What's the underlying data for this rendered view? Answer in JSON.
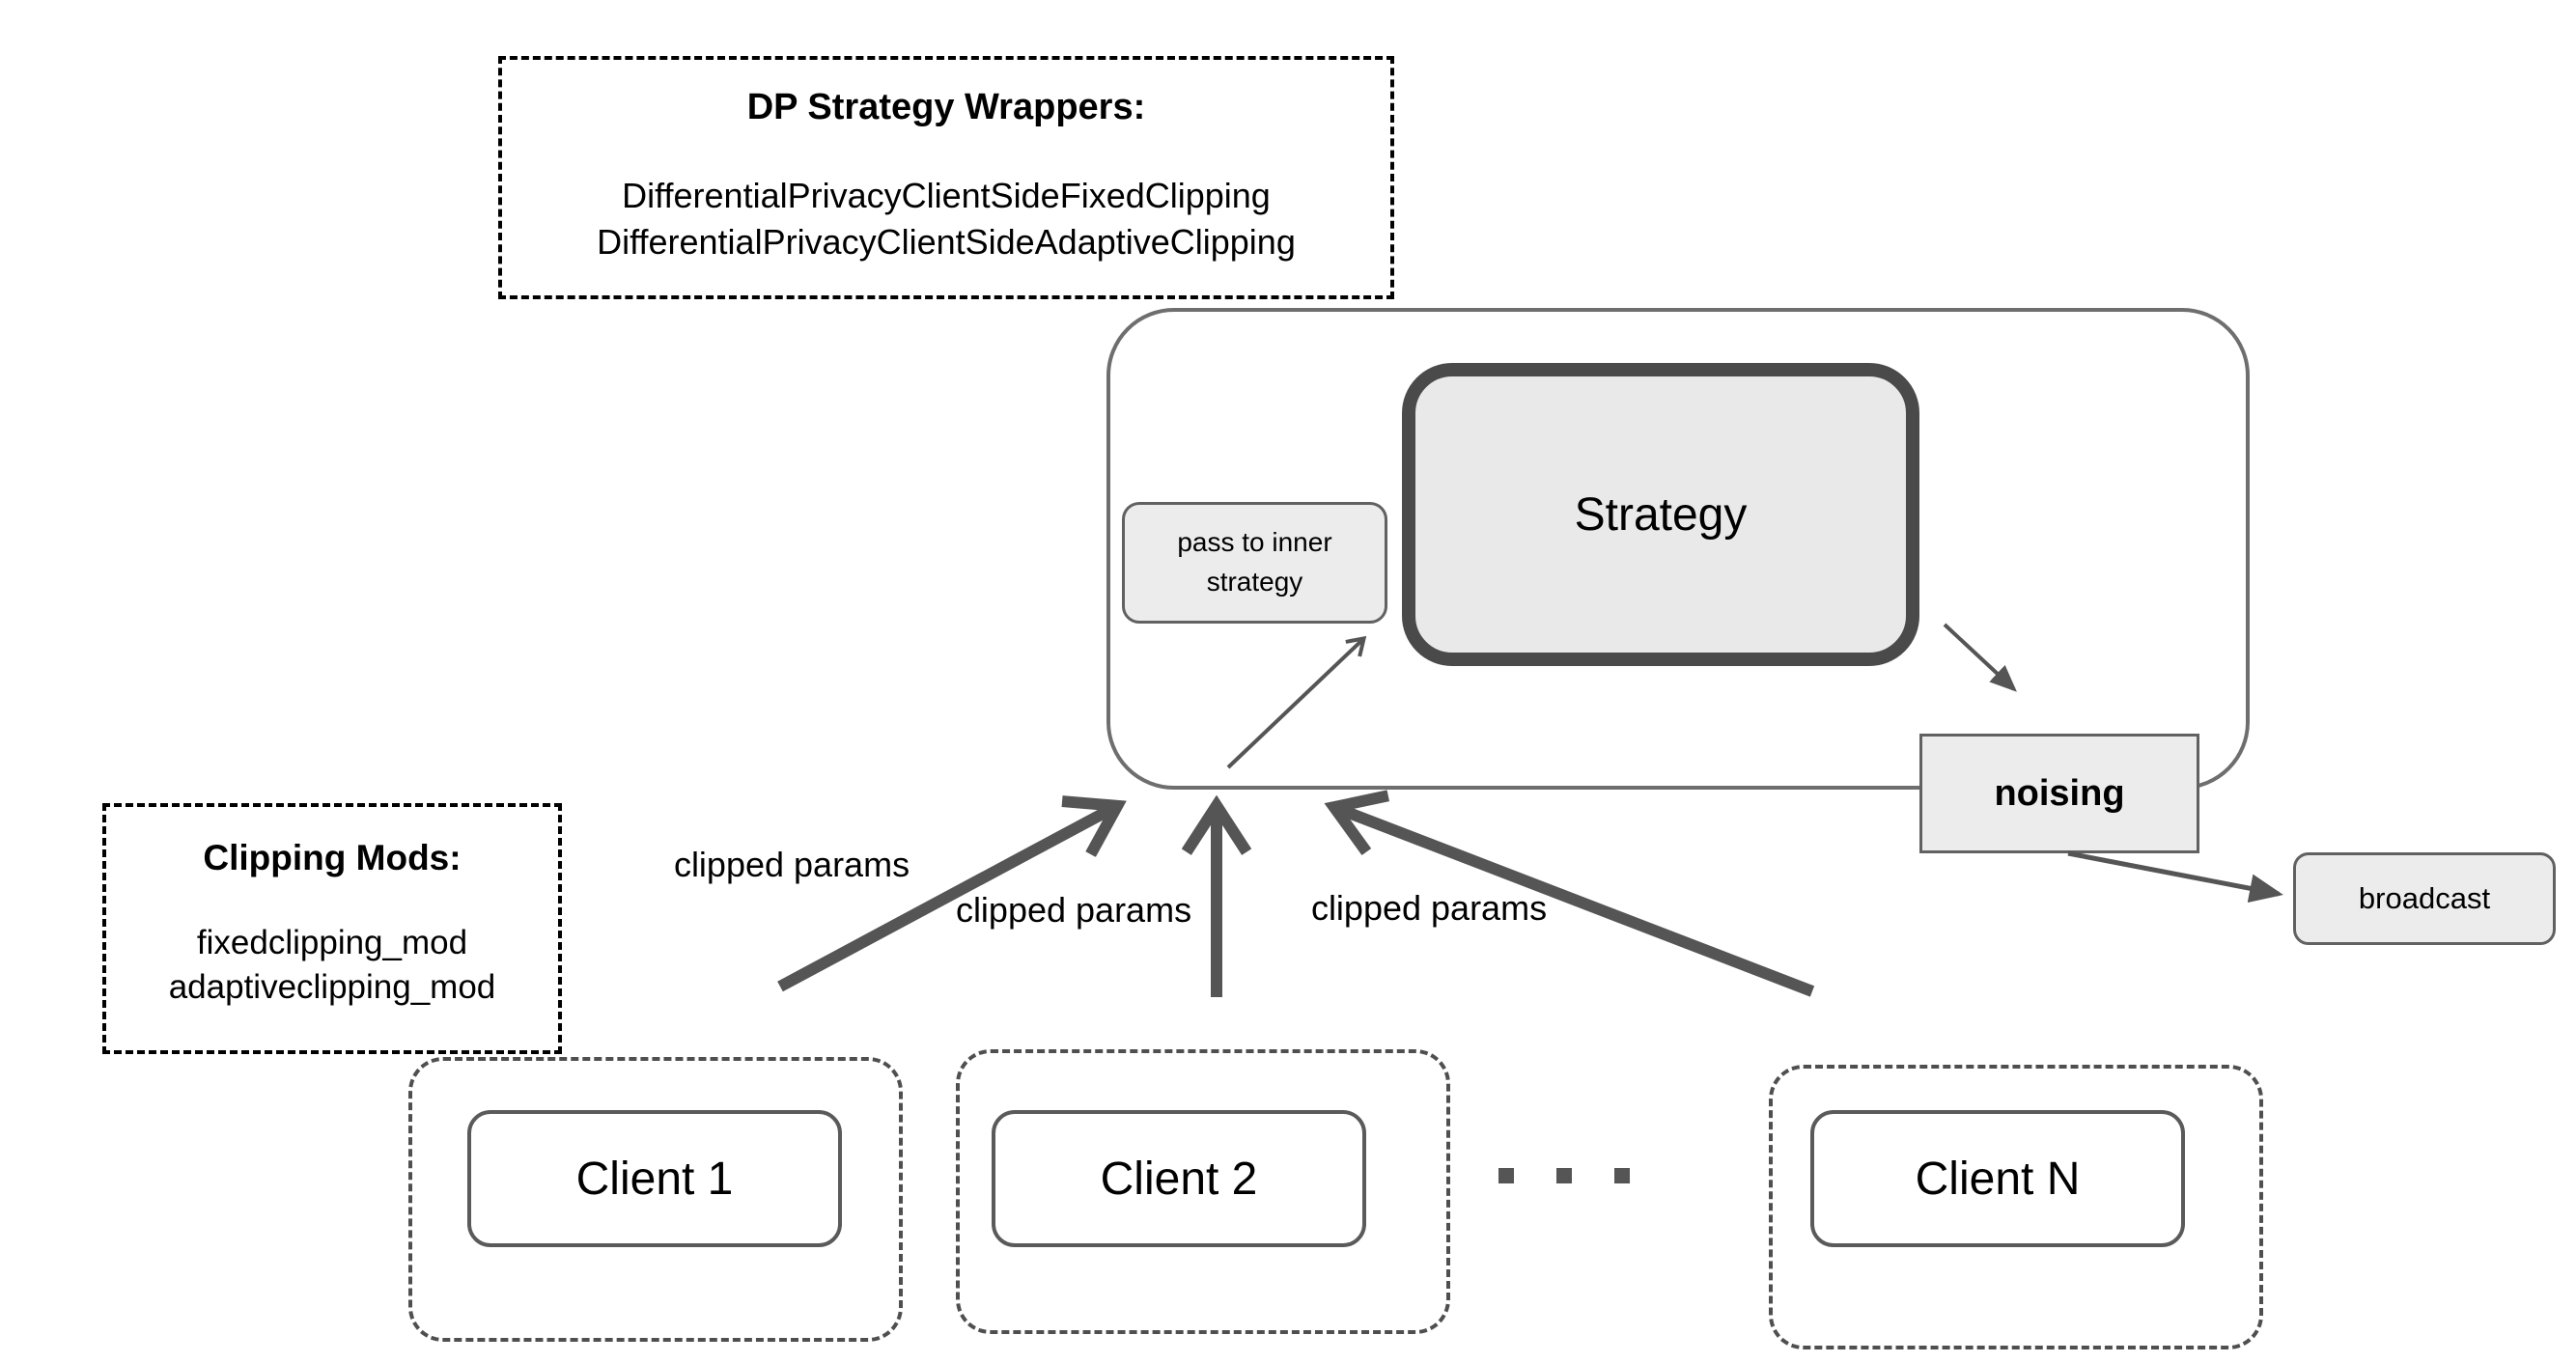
{
  "colors": {
    "background": "#ffffff",
    "node_fill": "#ececec",
    "node_border": "#616161",
    "strategy_border": "#4a4a4a",
    "container_border": "#6e6e6e",
    "arrow": "#555555",
    "dashed_annotation": "#000000",
    "client_dashed": "#4f4f4f",
    "text": "#000000"
  },
  "dp_wrappers_box": {
    "title": "DP Strategy Wrappers:",
    "items": [
      "DifferentialPrivacyClientSideFixedClipping",
      "DifferentialPrivacyClientSideAdaptiveClipping"
    ]
  },
  "clipping_mods_box": {
    "title": "Clipping Mods:",
    "items": [
      "fixedclipping_mod",
      "adaptiveclipping_mod"
    ]
  },
  "server": {
    "pass_to_inner_label": "pass to inner strategy",
    "strategy_label": "Strategy",
    "noising_label": "noising",
    "broadcast_label": "broadcast"
  },
  "arrows": {
    "clipped_params_labels": [
      "clipped params",
      "clipped params",
      "clipped params"
    ]
  },
  "clients": [
    {
      "label": "Client 1"
    },
    {
      "label": "Client 2"
    },
    {
      "label": "Client N"
    }
  ],
  "clients_gap_dots": 3
}
